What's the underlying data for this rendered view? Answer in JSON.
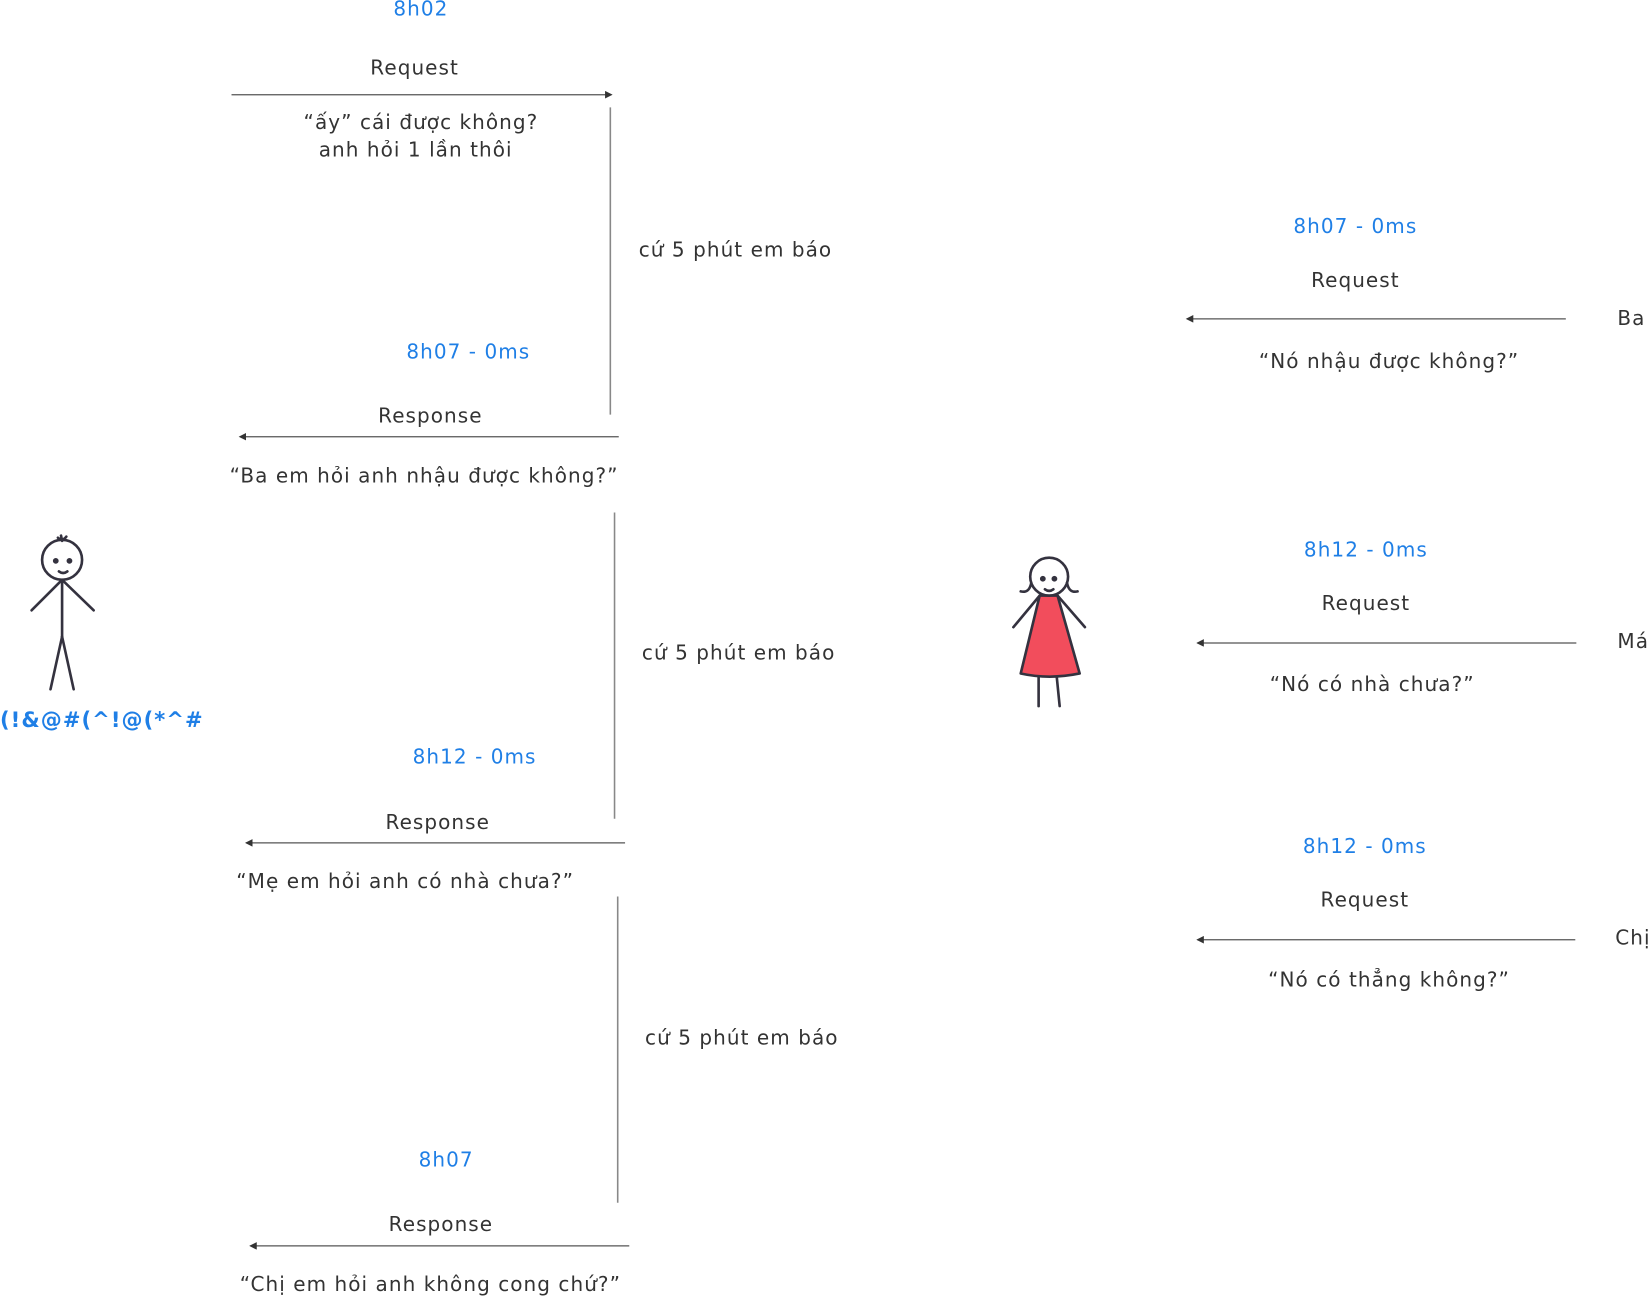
{
  "colors": {
    "time": "#1f7fe6",
    "text": "#333333",
    "line": "#555555",
    "dress": "#f24d5c",
    "figure": "#34323f"
  },
  "left_actor": {
    "label": "(!&@#(^!@(*^#",
    "icon": "stick-man"
  },
  "right_actor": {
    "icon": "stick-girl"
  },
  "left_flow": {
    "request": {
      "time": "8h02",
      "label": "Request",
      "message_line1": "“ấy” cái được không?",
      "message_line2": "anh hỏi 1 lần thôi"
    },
    "waits": [
      "cứ 5 phút em báo",
      "cứ 5 phút em báo",
      "cứ 5 phút em báo"
    ],
    "responses": [
      {
        "time": "8h07 - 0ms",
        "label": "Response",
        "message": "“Ba em hỏi anh nhậu được không?”"
      },
      {
        "time": "8h12 - 0ms",
        "label": "Response",
        "message": "“Mẹ em hỏi anh có nhà chưa?”"
      },
      {
        "time": "8h07",
        "label": "Response",
        "message": "“Chị em hỏi anh không cong chứ?”"
      }
    ]
  },
  "right_flow": {
    "requests": [
      {
        "time": "8h07 - 0ms",
        "label": "Request",
        "sender": "Ba",
        "message": "“Nó nhậu được không?”"
      },
      {
        "time": "8h12 - 0ms",
        "label": "Request",
        "sender": "Má",
        "message": "“Nó có nhà chưa?”"
      },
      {
        "time": "8h12 - 0ms",
        "label": "Request",
        "sender": "Chị",
        "message": "“Nó có thẳng không?”"
      }
    ]
  }
}
